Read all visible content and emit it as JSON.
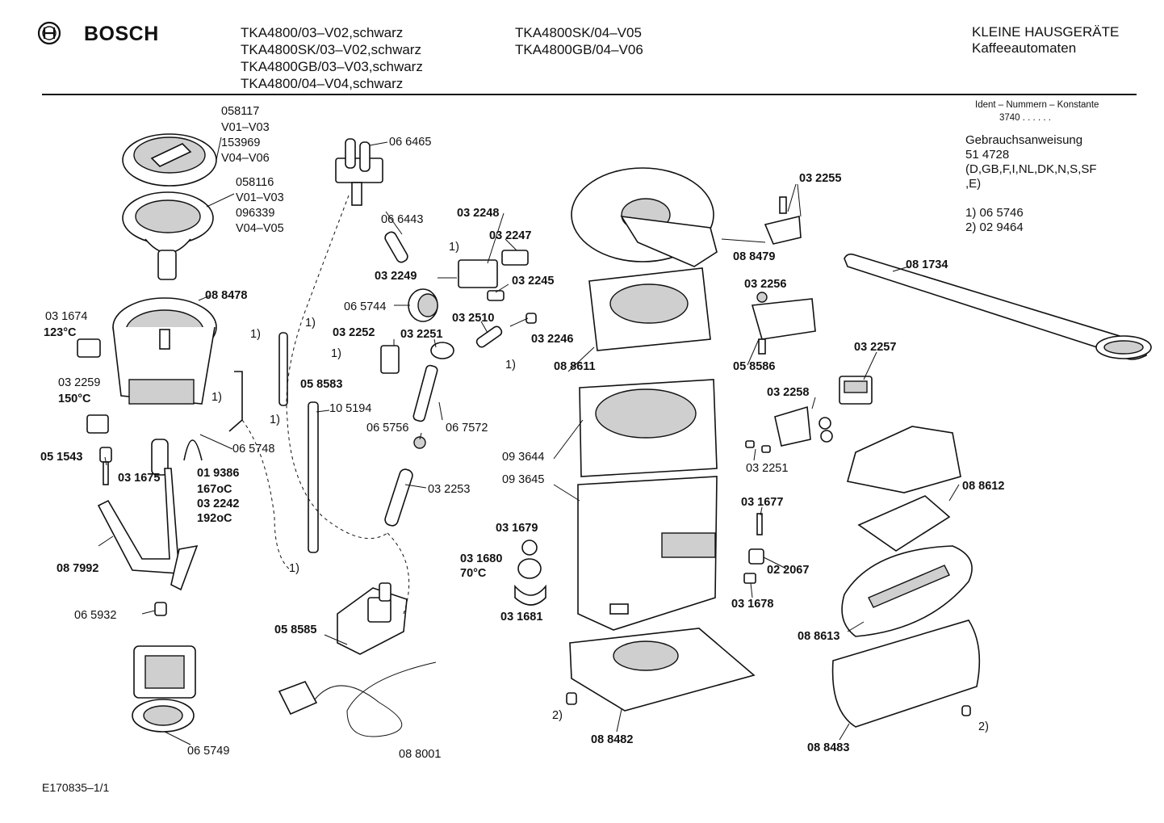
{
  "header": {
    "brand": "BOSCH",
    "models_col1": [
      "TKA4800/03–V02,schwarz",
      "TKA4800SK/03–V02,schwarz",
      "TKA4800GB/03–V03,schwarz",
      "TKA4800/04–V04,schwarz"
    ],
    "models_col2": [
      "TKA4800SK/04–V05",
      "TKA4800GB/04–V06"
    ],
    "category": "KLEINE HAUSGERÄTE",
    "subcategory": "Kaffeeautomaten"
  },
  "ident": {
    "title": "Ident – Nummern – Konstante",
    "value": "3740 . . . . . ."
  },
  "manual": {
    "title": "Gebrauchsanweisung",
    "number": "51 4728",
    "languages": "(D,GB,F,I,NL,DK,N,S,SF",
    "languages2": ",E)",
    "note1": "1)  06 5746",
    "note2": "2)  02 9464"
  },
  "footer": {
    "code": "E170835–1/1"
  },
  "parts": {
    "p058117": "058117",
    "pV01a": "V01–V03",
    "p153969": "153969",
    "pV04a": "V04–V06",
    "p058116": "058116",
    "pV01b": "V01–V03",
    "p096339": "096339",
    "pV04b": "V04–V05",
    "p088478": "08 8478",
    "p031674": "03 1674",
    "t123": "123°C",
    "p032259": "03 2259",
    "t150": "150°C",
    "p051543": "05 1543",
    "p031675": "03 1675",
    "p019386": "01 9386",
    "t167": "167oC",
    "p032242": "03 2242",
    "t192": "192oC",
    "p087992": "08 7992",
    "p065932": "06 5932",
    "p065749": "06 5749",
    "p066465": "06 6465",
    "p066443": "06 6443",
    "p032248": "03 2248",
    "p032247": "03 2247",
    "p032249": "03 2249",
    "p032245": "03 2245",
    "p065744": "06 5744",
    "p032510": "03 2510",
    "p032252": "03 2252",
    "p032251": "03 2251",
    "p032246": "03 2246",
    "p058583": "05 8583",
    "p105194": "10 5194",
    "p065748": "06 5748",
    "p065756": "06 5756",
    "p067572": "06 7572",
    "p032253": "03 2253",
    "p058585": "05 8585",
    "p088001": "08 8001",
    "p031679": "03 1679",
    "p031680": "03 1680",
    "t70": "70°C",
    "p031681": "03 1681",
    "p088611": "08 8611",
    "p093644": "09 3644",
    "p093645": "09 3645",
    "p088482": "08 8482",
    "p032255": "03 2255",
    "p088479": "08 8479",
    "p032256": "03 2256",
    "p058586": "05 8586",
    "p081734": "08 1734",
    "p032257": "03 2257",
    "p032258": "03 2258",
    "p032251b": "03 2251",
    "p031677": "03 1677",
    "p022067": "02 2067",
    "p031678": "03 1678",
    "p088612": "08 8612",
    "p088613": "08 8613",
    "p088483": "08 8483",
    "n1": "1)",
    "n2": "2)"
  }
}
